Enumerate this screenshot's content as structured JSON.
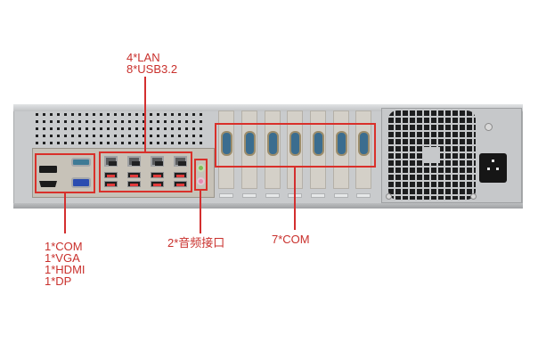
{
  "image": {
    "subject": "2U industrial computer chassis rear I/O panel",
    "background_color": "#ffffff",
    "accent_color": "#d32f2f",
    "label_color": "#c9302c"
  },
  "callouts": {
    "lan_usb": {
      "lines": [
        "4*LAN",
        "8*USB3.2"
      ]
    },
    "display_com": {
      "lines": [
        "1*COM",
        "1*VGA",
        "1*HDMI",
        "1*DP"
      ]
    },
    "audio": {
      "lines": [
        "2*音频接口"
      ]
    },
    "expansion_com": {
      "lines": [
        "7*COM"
      ]
    }
  },
  "ports": {
    "lan_count": 4,
    "usb_count": 8,
    "audio_jacks": [
      {
        "name": "line-out",
        "color": "#7cbf56"
      },
      {
        "name": "mic-in",
        "color": "#e58bb0"
      }
    ],
    "expansion_com_count": 7,
    "expansion_slots": 7
  }
}
